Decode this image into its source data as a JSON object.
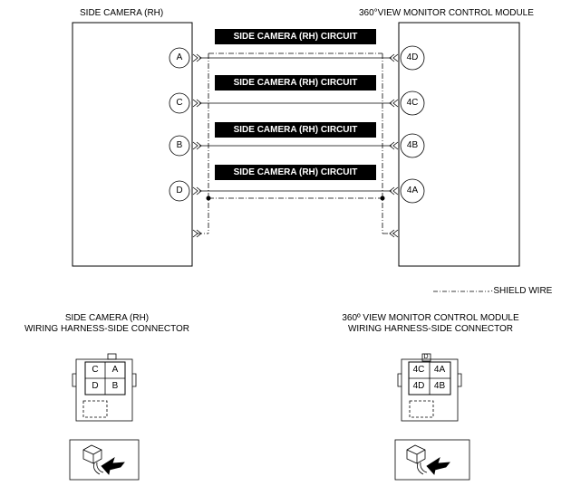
{
  "left_module": {
    "title": "SIDE CAMERA (RH)"
  },
  "right_module": {
    "title": "360°VIEW MONITOR CONTROL MODULE"
  },
  "circuits": [
    {
      "label": "SIDE CAMERA (RH) CIRCUIT",
      "left_pin": "A",
      "right_pin": "4D"
    },
    {
      "label": "SIDE CAMERA (RH) CIRCUIT",
      "left_pin": "C",
      "right_pin": "4C"
    },
    {
      "label": "SIDE CAMERA (RH) CIRCUIT",
      "left_pin": "B",
      "right_pin": "4B"
    },
    {
      "label": "SIDE CAMERA (RH) CIRCUIT",
      "left_pin": "D",
      "right_pin": "4A"
    }
  ],
  "legend": {
    "shield": "·SHIELD WIRE"
  },
  "left_connector": {
    "title_line1": "SIDE CAMERA (RH)",
    "title_line2": "WIRING HARNESS-SIDE CONNECTOR",
    "pins": [
      "C",
      "A",
      "D",
      "B"
    ]
  },
  "right_connector": {
    "title_line1": "360º VIEW MONITOR CONTROL MODULE",
    "title_line2": "WIRING HARNESS-SIDE CONNECTOR",
    "tab": "D",
    "pins": [
      "4C",
      "4A",
      "4D",
      "4B"
    ]
  }
}
